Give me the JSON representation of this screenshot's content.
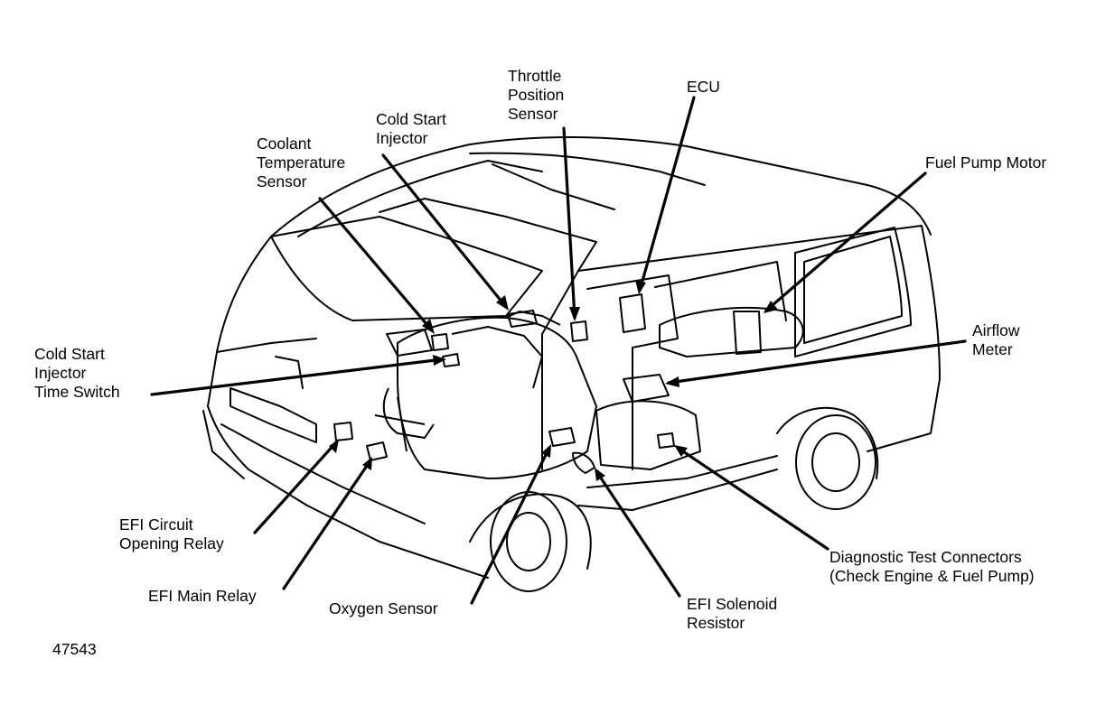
{
  "figure_number": "47543",
  "labels": {
    "throttle_position_sensor": [
      "Throttle",
      "Position",
      "Sensor"
    ],
    "ecu": [
      "ECU"
    ],
    "cold_start_injector": [
      "Cold Start",
      "Injector"
    ],
    "coolant_temperature_sensor": [
      "Coolant",
      "Temperature",
      "Sensor"
    ],
    "fuel_pump_motor": [
      "Fuel Pump Motor"
    ],
    "airflow_meter": [
      "Airflow",
      "Meter"
    ],
    "cold_start_injector_time_switch": [
      "Cold Start",
      "Injector",
      "Time Switch"
    ],
    "efi_circuit_opening_relay": [
      "EFI Circuit",
      "Opening Relay"
    ],
    "efi_main_relay": [
      "EFI Main Relay"
    ],
    "oxygen_sensor": [
      "Oxygen Sensor"
    ],
    "efi_solenoid_resistor": [
      "EFI Solenoid",
      "Resistor"
    ],
    "diagnostic_test_connectors": [
      "Diagnostic Test Connectors",
      "(Check Engine & Fuel Pump)"
    ]
  },
  "colors": {
    "ink": "#000000",
    "background": "#ffffff"
  }
}
